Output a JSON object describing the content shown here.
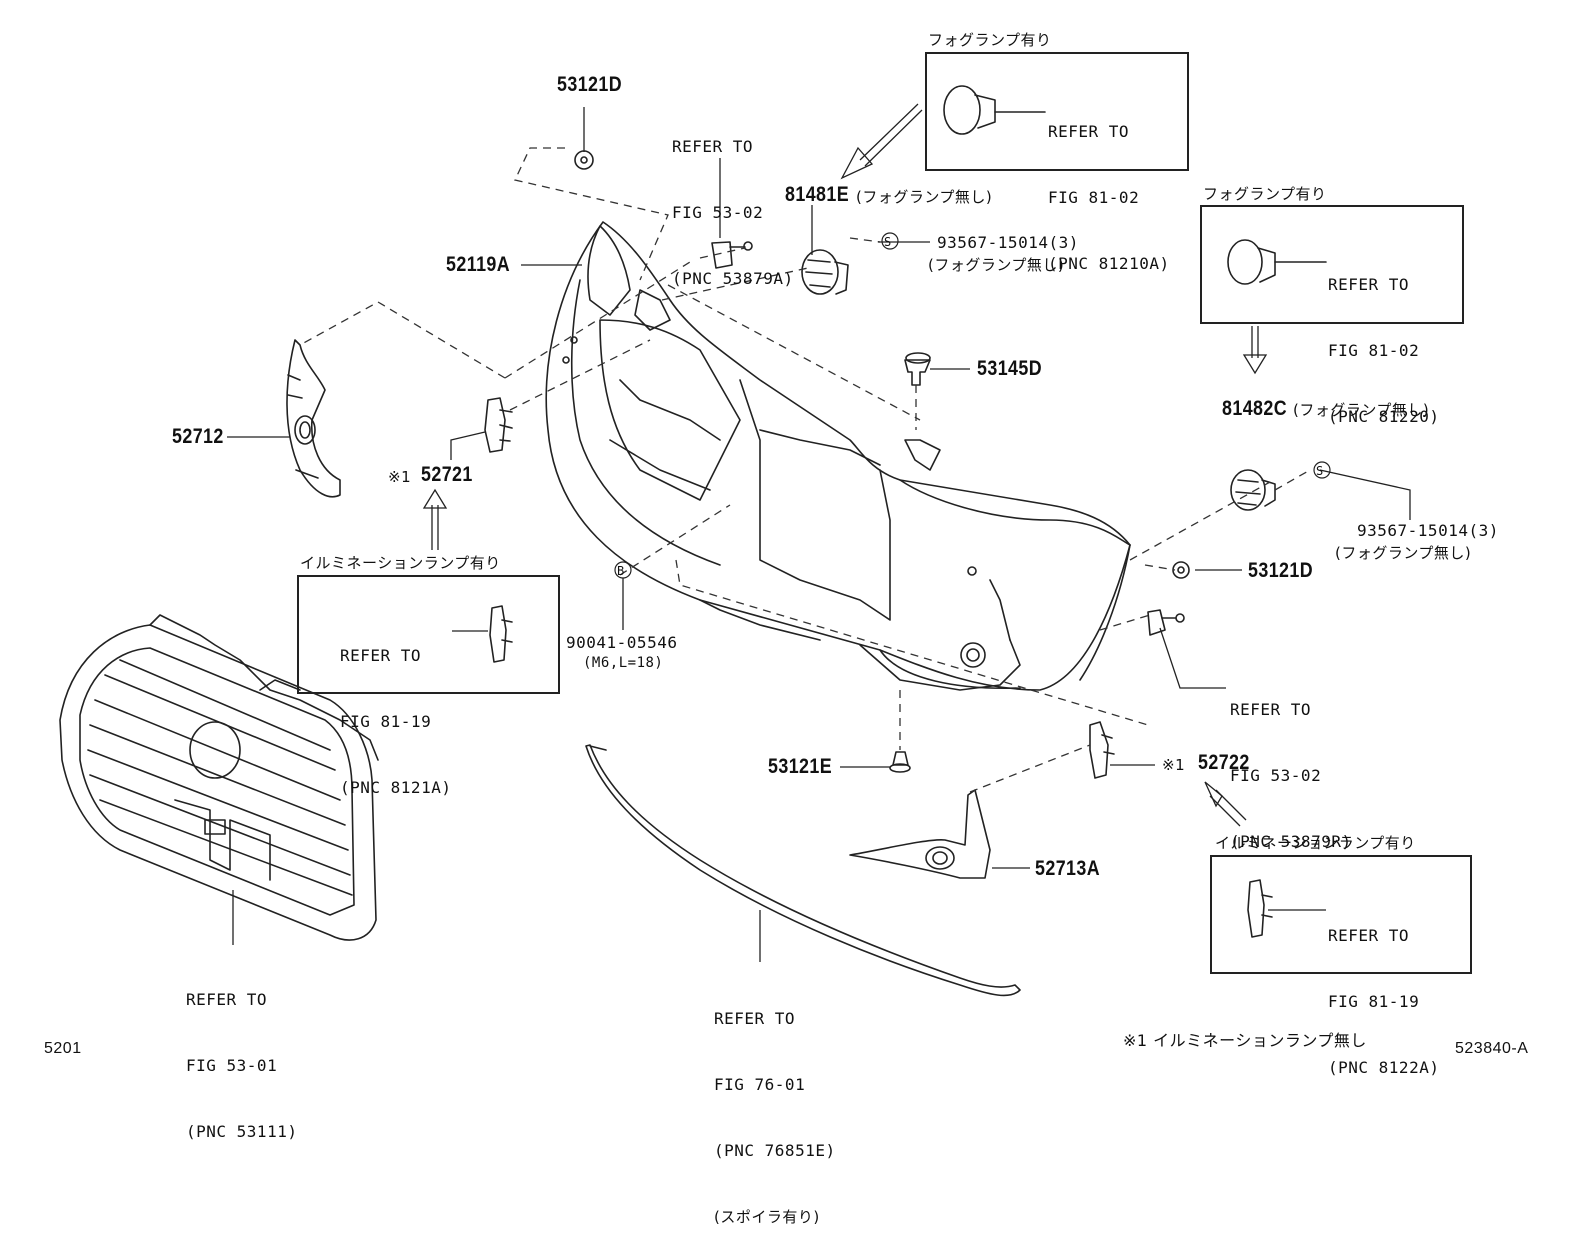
{
  "parts": {
    "p53121D_top": "53121D",
    "p52119A": "52119A",
    "p52712": "52712",
    "p52721_mark": "※1",
    "p52721": "52721",
    "p81481E": "81481E",
    "p81481E_note": "(フォグランプ無し)",
    "p93567_top": "93567-15014(3)",
    "p93567_top_note": "(フォグランプ無し)",
    "p53145D": "53145D",
    "p81482C": "81482C",
    "p81482C_note": "(フォグランプ無し)",
    "p93567_right": "93567-15014(3)",
    "p93567_right_note": "(フォグランプ無し)",
    "p53121D_right": "53121D",
    "p90041": "90041-05546",
    "p90041_note": "(M6,L=18)",
    "p53121E": "53121E",
    "p52722_mark": "※1",
    "p52722": "52722",
    "p52713A": "52713A"
  },
  "refs": {
    "r53879A": [
      "REFER TO",
      "FIG 53-02",
      "(PNC 53879A)"
    ],
    "r81210A": [
      "REFER TO",
      "FIG 81-02",
      "(PNC 81210A)"
    ],
    "r81220": [
      "REFER TO",
      "FIG 81-02",
      "(PNC 81220)"
    ],
    "r8121A": [
      "REFER TO",
      "FIG 81-19",
      "(PNC 8121A)"
    ],
    "r53879R": [
      "REFER TO",
      "FIG 53-02",
      "(PNC 53879R)"
    ],
    "r8122A": [
      "REFER TO",
      "FIG 81-19",
      "(PNC 8122A)"
    ],
    "r53111": [
      "REFER TO",
      "FIG 53-01",
      "(PNC 53111)"
    ],
    "r76851E": [
      "REFER TO",
      "FIG 76-01",
      "(PNC 76851E)",
      "(スポイラ有り)"
    ]
  },
  "box_titles": {
    "fog_top": "フォグランプ有り",
    "fog_right": "フォグランプ有り",
    "illum_left": "イルミネーションランプ有り",
    "illum_right": "イルミネーションランプ有り"
  },
  "symbols": {
    "s": "S",
    "b": "B"
  },
  "footer": {
    "left_code": "5201",
    "note": "※1 イルミネーションランプ無し",
    "right_code": "523840-A"
  }
}
